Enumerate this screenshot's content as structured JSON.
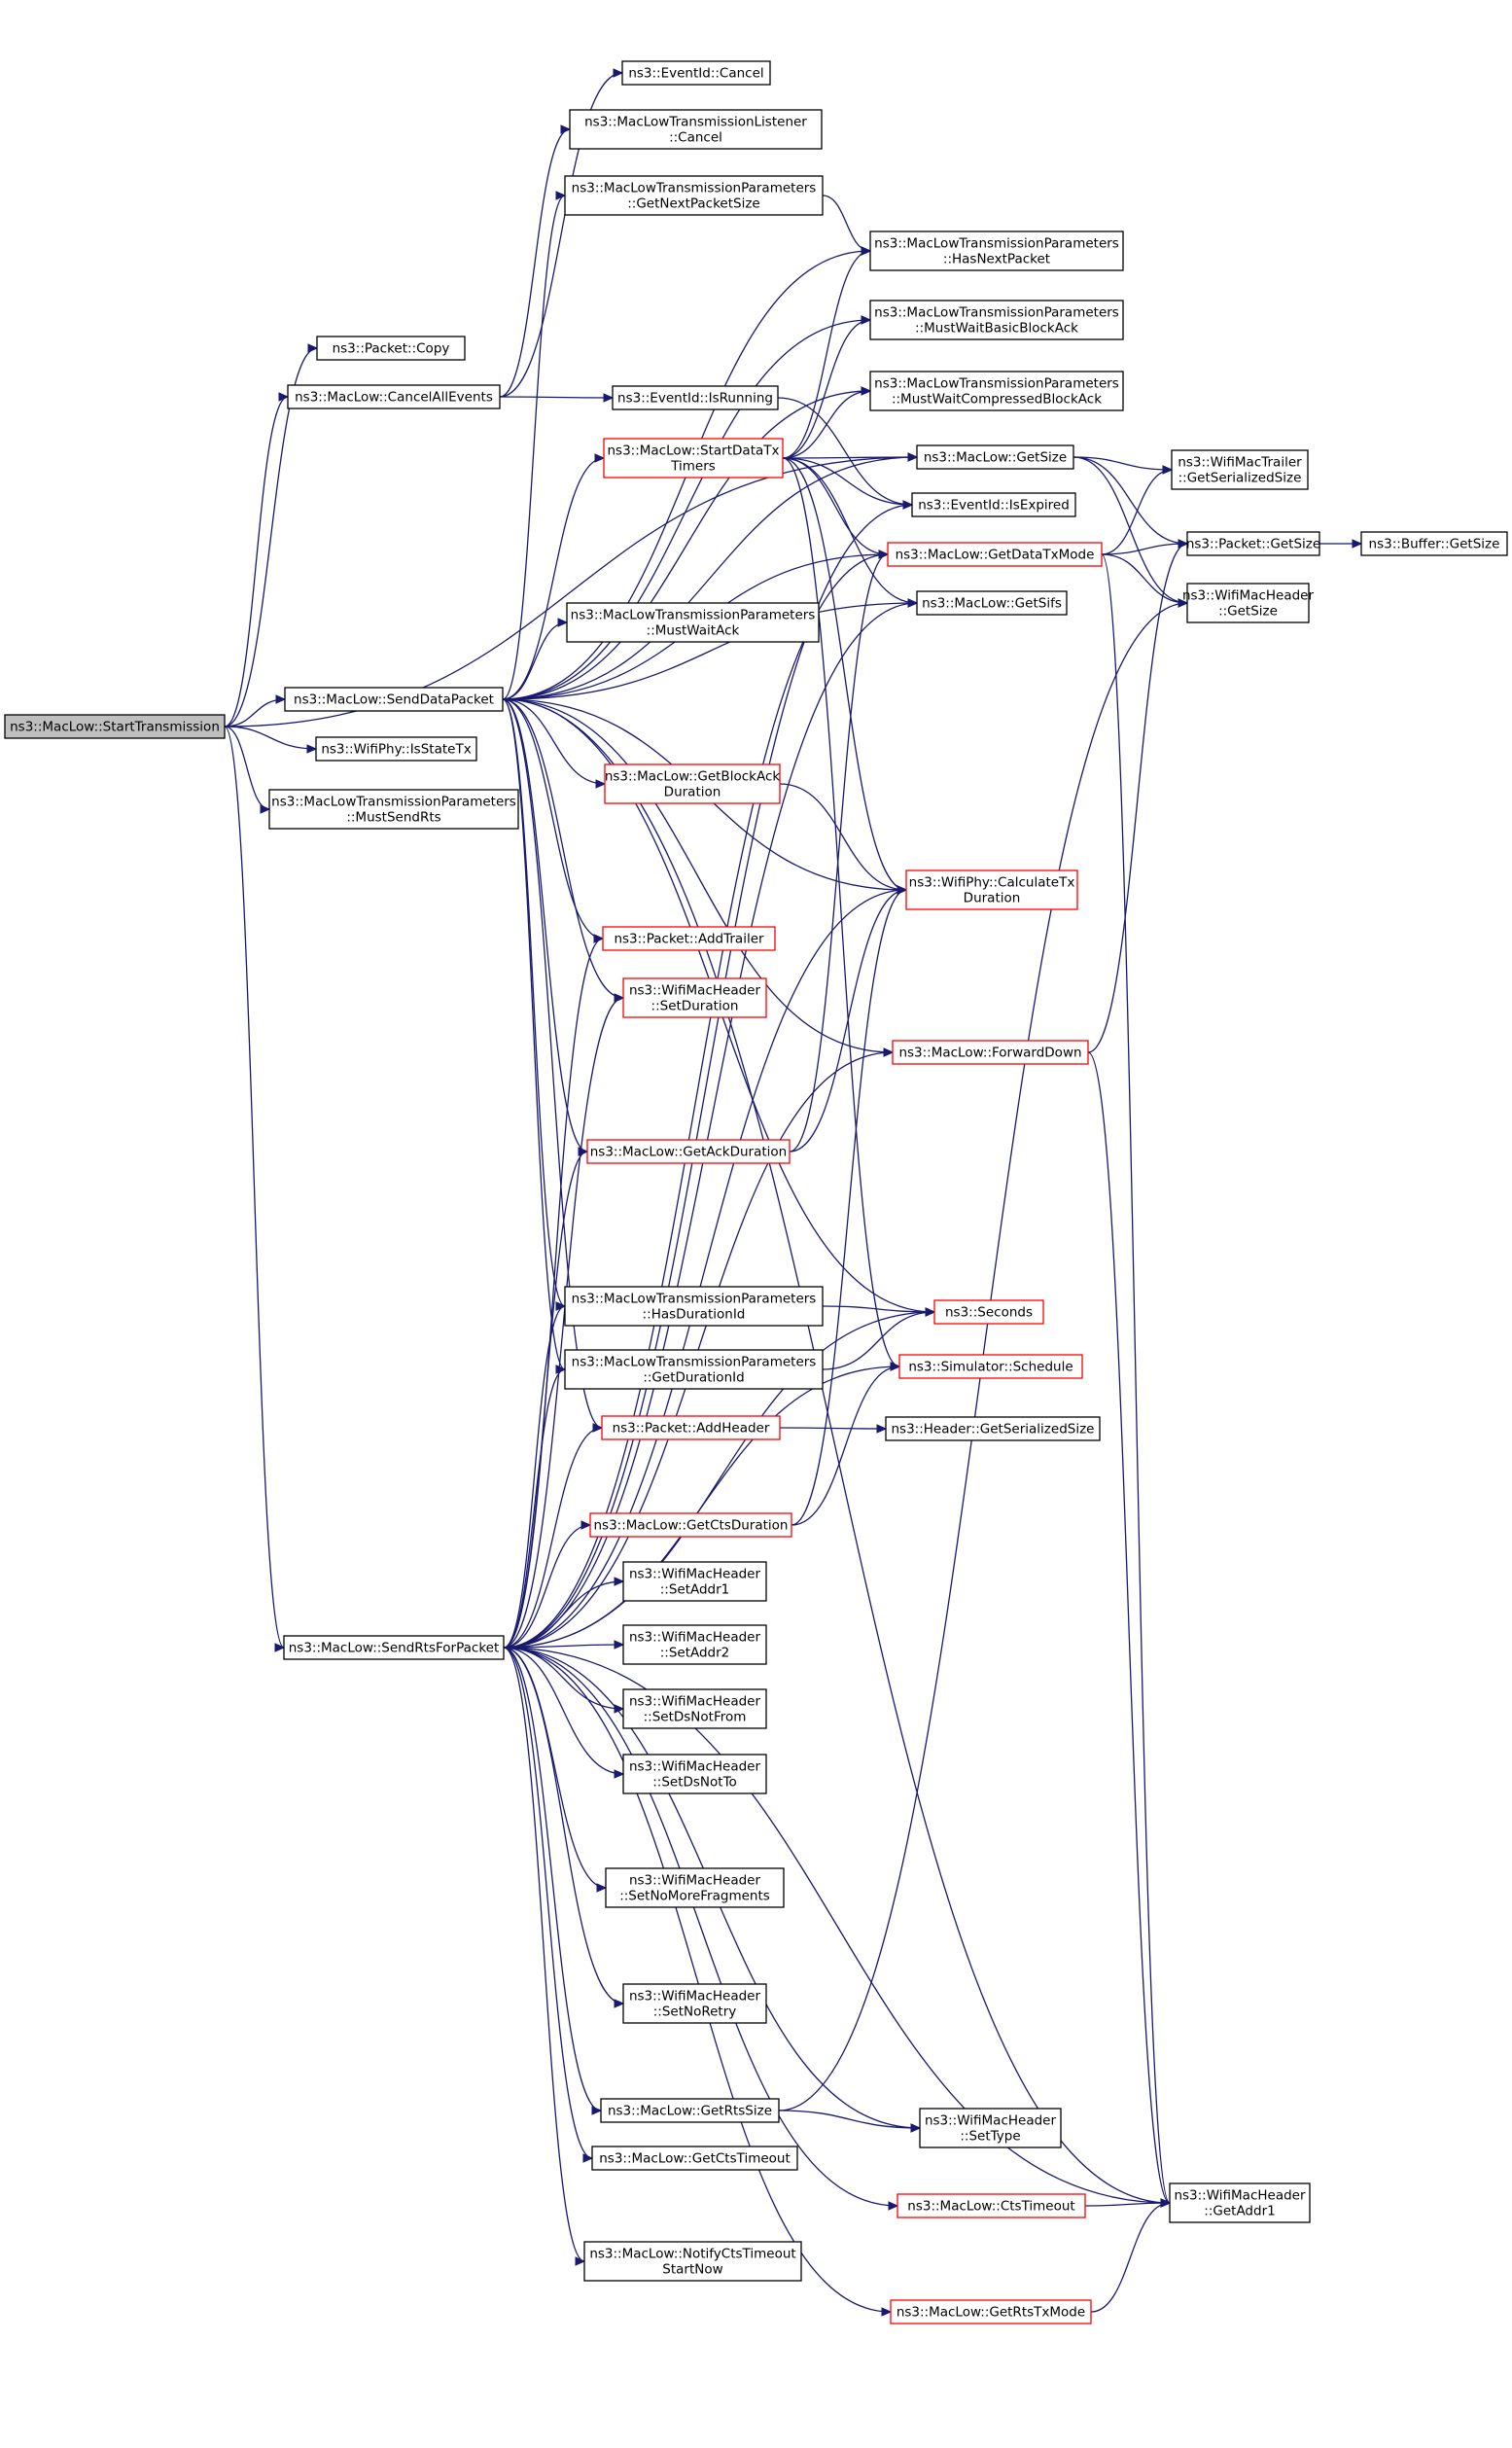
{
  "colors": {
    "edge": "#191970",
    "node_border": "#000000",
    "node_border_incomplete": "#ff0000",
    "root_fill": "#bfbfbf",
    "node_fill": "#ffffff"
  },
  "nodes": [
    {
      "id": "start_tx",
      "lines": [
        "ns3::MacLow::StartTransmission"
      ],
      "style": "root"
    },
    {
      "id": "packet_copy",
      "lines": [
        "ns3::Packet::Copy"
      ],
      "style": "normal"
    },
    {
      "id": "cancel_all",
      "lines": [
        "ns3::MacLow::CancelAllEvents"
      ],
      "style": "normal"
    },
    {
      "id": "send_data",
      "lines": [
        "ns3::MacLow::SendDataPacket"
      ],
      "style": "normal"
    },
    {
      "id": "is_state_tx",
      "lines": [
        "ns3::WifiPhy::IsStateTx"
      ],
      "style": "normal"
    },
    {
      "id": "must_send_rts",
      "lines": [
        "ns3::MacLowTransmissionParameters",
        "::MustSendRts"
      ],
      "style": "normal"
    },
    {
      "id": "send_rts",
      "lines": [
        "ns3::MacLow::SendRtsForPacket"
      ],
      "style": "normal"
    },
    {
      "id": "eventid_cancel",
      "lines": [
        "ns3::EventId::Cancel"
      ],
      "style": "normal"
    },
    {
      "id": "listener_cancel",
      "lines": [
        "ns3::MacLowTransmissionListener",
        "::Cancel"
      ],
      "style": "normal"
    },
    {
      "id": "get_next_size",
      "lines": [
        "ns3::MacLowTransmissionParameters",
        "::GetNextPacketSize"
      ],
      "style": "normal"
    },
    {
      "id": "has_next",
      "lines": [
        "ns3::MacLowTransmissionParameters",
        "::HasNextPacket"
      ],
      "style": "normal"
    },
    {
      "id": "wait_basic",
      "lines": [
        "ns3::MacLowTransmissionParameters",
        "::MustWaitBasicBlockAck"
      ],
      "style": "normal"
    },
    {
      "id": "wait_compressed",
      "lines": [
        "ns3::MacLowTransmissionParameters",
        "::MustWaitCompressedBlockAck"
      ],
      "style": "normal"
    },
    {
      "id": "is_running",
      "lines": [
        "ns3::EventId::IsRunning"
      ],
      "style": "normal"
    },
    {
      "id": "start_timers",
      "lines": [
        "ns3::MacLow::StartDataTx",
        "Timers"
      ],
      "style": "incomplete"
    },
    {
      "id": "maclow_getsize",
      "lines": [
        "ns3::MacLow::GetSize"
      ],
      "style": "normal"
    },
    {
      "id": "is_expired",
      "lines": [
        "ns3::EventId::IsExpired"
      ],
      "style": "normal"
    },
    {
      "id": "get_data_txmode",
      "lines": [
        "ns3::MacLow::GetDataTxMode"
      ],
      "style": "incomplete"
    },
    {
      "id": "get_sifs",
      "lines": [
        "ns3::MacLow::GetSifs"
      ],
      "style": "normal"
    },
    {
      "id": "must_wait_ack",
      "lines": [
        "ns3::MacLowTransmissionParameters",
        "::MustWaitAck"
      ],
      "style": "normal"
    },
    {
      "id": "trailer_size",
      "lines": [
        "ns3::WifiMacTrailer",
        "::GetSerializedSize"
      ],
      "style": "normal"
    },
    {
      "id": "packet_getsize",
      "lines": [
        "ns3::Packet::GetSize"
      ],
      "style": "normal"
    },
    {
      "id": "buffer_getsize",
      "lines": [
        "ns3::Buffer::GetSize"
      ],
      "style": "normal"
    },
    {
      "id": "header_getsize",
      "lines": [
        "ns3::WifiMacHeader",
        "::GetSize"
      ],
      "style": "normal"
    },
    {
      "id": "get_blockack_dur",
      "lines": [
        "ns3::MacLow::GetBlockAck",
        "Duration"
      ],
      "style": "incomplete"
    },
    {
      "id": "calc_tx_dur",
      "lines": [
        "ns3::WifiPhy::CalculateTx",
        "Duration"
      ],
      "style": "incomplete"
    },
    {
      "id": "add_trailer",
      "lines": [
        "ns3::Packet::AddTrailer"
      ],
      "style": "incomplete"
    },
    {
      "id": "set_duration",
      "lines": [
        "ns3::WifiMacHeader",
        "::SetDuration"
      ],
      "style": "incomplete"
    },
    {
      "id": "forward_down",
      "lines": [
        "ns3::MacLow::ForwardDown"
      ],
      "style": "incomplete"
    },
    {
      "id": "get_ack_dur",
      "lines": [
        "ns3::MacLow::GetAckDuration"
      ],
      "style": "incomplete"
    },
    {
      "id": "has_duration_id",
      "lines": [
        "ns3::MacLowTransmissionParameters",
        "::HasDurationId"
      ],
      "style": "normal"
    },
    {
      "id": "seconds",
      "lines": [
        "ns3::Seconds"
      ],
      "style": "incomplete"
    },
    {
      "id": "get_duration_id",
      "lines": [
        "ns3::MacLowTransmissionParameters",
        "::GetDurationId"
      ],
      "style": "normal"
    },
    {
      "id": "schedule",
      "lines": [
        "ns3::Simulator::Schedule"
      ],
      "style": "incomplete"
    },
    {
      "id": "add_header",
      "lines": [
        "ns3::Packet::AddHeader"
      ],
      "style": "incomplete"
    },
    {
      "id": "header_serialized",
      "lines": [
        "ns3::Header::GetSerializedSize"
      ],
      "style": "normal"
    },
    {
      "id": "get_cts_dur",
      "lines": [
        "ns3::MacLow::GetCtsDuration"
      ],
      "style": "incomplete"
    },
    {
      "id": "set_addr1",
      "lines": [
        "ns3::WifiMacHeader",
        "::SetAddr1"
      ],
      "style": "normal"
    },
    {
      "id": "set_addr2",
      "lines": [
        "ns3::WifiMacHeader",
        "::SetAddr2"
      ],
      "style": "normal"
    },
    {
      "id": "set_ds_notfrom",
      "lines": [
        "ns3::WifiMacHeader",
        "::SetDsNotFrom"
      ],
      "style": "normal"
    },
    {
      "id": "set_ds_notto",
      "lines": [
        "ns3::WifiMacHeader",
        "::SetDsNotTo"
      ],
      "style": "normal"
    },
    {
      "id": "set_no_more_frag",
      "lines": [
        "ns3::WifiMacHeader",
        "::SetNoMoreFragments"
      ],
      "style": "normal"
    },
    {
      "id": "set_no_retry",
      "lines": [
        "ns3::WifiMacHeader",
        "::SetNoRetry"
      ],
      "style": "normal"
    },
    {
      "id": "get_rts_size",
      "lines": [
        "ns3::MacLow::GetRtsSize"
      ],
      "style": "normal"
    },
    {
      "id": "set_type",
      "lines": [
        "ns3::WifiMacHeader",
        "::SetType"
      ],
      "style": "normal"
    },
    {
      "id": "get_cts_timeout",
      "lines": [
        "ns3::MacLow::GetCtsTimeout"
      ],
      "style": "normal"
    },
    {
      "id": "cts_timeout",
      "lines": [
        "ns3::MacLow::CtsTimeout"
      ],
      "style": "incomplete"
    },
    {
      "id": "get_addr1",
      "lines": [
        "ns3::WifiMacHeader",
        "::GetAddr1"
      ],
      "style": "normal"
    },
    {
      "id": "notify_cts",
      "lines": [
        "ns3::MacLow::NotifyCtsTimeout",
        "StartNow"
      ],
      "style": "normal"
    },
    {
      "id": "get_rts_txmode",
      "lines": [
        "ns3::MacLow::GetRtsTxMode"
      ],
      "style": "incomplete"
    }
  ],
  "edges": [
    [
      "start_tx",
      "packet_copy"
    ],
    [
      "start_tx",
      "cancel_all"
    ],
    [
      "start_tx",
      "send_data"
    ],
    [
      "start_tx",
      "is_state_tx"
    ],
    [
      "start_tx",
      "must_send_rts"
    ],
    [
      "start_tx",
      "send_rts"
    ],
    [
      "start_tx",
      "maclow_getsize"
    ],
    [
      "cancel_all",
      "eventid_cancel"
    ],
    [
      "cancel_all",
      "listener_cancel"
    ],
    [
      "cancel_all",
      "is_running"
    ],
    [
      "send_data",
      "get_next_size"
    ],
    [
      "send_data",
      "has_next"
    ],
    [
      "send_data",
      "wait_basic"
    ],
    [
      "send_data",
      "wait_compressed"
    ],
    [
      "send_data",
      "start_timers"
    ],
    [
      "send_data",
      "maclow_getsize"
    ],
    [
      "send_data",
      "get_data_txmode"
    ],
    [
      "send_data",
      "get_sifs"
    ],
    [
      "send_data",
      "must_wait_ack"
    ],
    [
      "send_data",
      "get_blockack_dur"
    ],
    [
      "send_data",
      "calc_tx_dur"
    ],
    [
      "send_data",
      "add_trailer"
    ],
    [
      "send_data",
      "set_duration"
    ],
    [
      "send_data",
      "forward_down"
    ],
    [
      "send_data",
      "get_ack_dur"
    ],
    [
      "send_data",
      "has_duration_id"
    ],
    [
      "send_data",
      "seconds"
    ],
    [
      "send_data",
      "get_duration_id"
    ],
    [
      "send_data",
      "add_header"
    ],
    [
      "send_data",
      "get_addr1"
    ],
    [
      "get_next_size",
      "has_next"
    ],
    [
      "start_timers",
      "has_next"
    ],
    [
      "start_timers",
      "wait_basic"
    ],
    [
      "start_timers",
      "wait_compressed"
    ],
    [
      "start_timers",
      "maclow_getsize"
    ],
    [
      "start_timers",
      "is_expired"
    ],
    [
      "start_timers",
      "get_data_txmode"
    ],
    [
      "start_timers",
      "get_sifs"
    ],
    [
      "start_timers",
      "calc_tx_dur"
    ],
    [
      "start_timers",
      "schedule"
    ],
    [
      "is_running",
      "is_expired"
    ],
    [
      "maclow_getsize",
      "trailer_size"
    ],
    [
      "maclow_getsize",
      "packet_getsize"
    ],
    [
      "maclow_getsize",
      "header_getsize"
    ],
    [
      "get_data_txmode",
      "trailer_size"
    ],
    [
      "get_data_txmode",
      "packet_getsize"
    ],
    [
      "get_data_txmode",
      "header_getsize"
    ],
    [
      "get_data_txmode",
      "get_addr1"
    ],
    [
      "packet_getsize",
      "buffer_getsize"
    ],
    [
      "get_blockack_dur",
      "calc_tx_dur"
    ],
    [
      "get_ack_dur",
      "calc_tx_dur"
    ],
    [
      "get_ack_dur",
      "get_data_txmode"
    ],
    [
      "forward_down",
      "packet_getsize"
    ],
    [
      "forward_down",
      "get_addr1"
    ],
    [
      "has_duration_id",
      "seconds"
    ],
    [
      "get_duration_id",
      "seconds"
    ],
    [
      "add_header",
      "header_serialized"
    ],
    [
      "get_cts_dur",
      "calc_tx_dur"
    ],
    [
      "get_cts_dur",
      "schedule"
    ],
    [
      "get_rts_size",
      "header_getsize"
    ],
    [
      "get_rts_size",
      "set_type"
    ],
    [
      "cts_timeout",
      "get_addr1"
    ],
    [
      "get_rts_txmode",
      "get_addr1"
    ],
    [
      "send_rts",
      "add_trailer"
    ],
    [
      "send_rts",
      "set_duration"
    ],
    [
      "send_rts",
      "get_ack_dur"
    ],
    [
      "send_rts",
      "has_duration_id"
    ],
    [
      "send_rts",
      "get_duration_id"
    ],
    [
      "send_rts",
      "add_header"
    ],
    [
      "send_rts",
      "get_cts_dur"
    ],
    [
      "send_rts",
      "set_addr1"
    ],
    [
      "send_rts",
      "set_addr2"
    ],
    [
      "send_rts",
      "set_ds_notfrom"
    ],
    [
      "send_rts",
      "set_ds_notto"
    ],
    [
      "send_rts",
      "set_no_more_frag"
    ],
    [
      "send_rts",
      "set_no_retry"
    ],
    [
      "send_rts",
      "get_rts_size"
    ],
    [
      "send_rts",
      "get_cts_timeout"
    ],
    [
      "send_rts",
      "cts_timeout"
    ],
    [
      "send_rts",
      "notify_cts"
    ],
    [
      "send_rts",
      "get_rts_txmode"
    ],
    [
      "send_rts",
      "get_addr1"
    ],
    [
      "send_rts",
      "set_type"
    ],
    [
      "send_rts",
      "calc_tx_dur"
    ],
    [
      "send_rts",
      "forward_down"
    ],
    [
      "send_rts",
      "seconds"
    ],
    [
      "send_rts",
      "schedule"
    ],
    [
      "send_rts",
      "get_sifs"
    ],
    [
      "send_rts",
      "get_data_txmode"
    ],
    [
      "send_rts",
      "is_expired"
    ]
  ]
}
